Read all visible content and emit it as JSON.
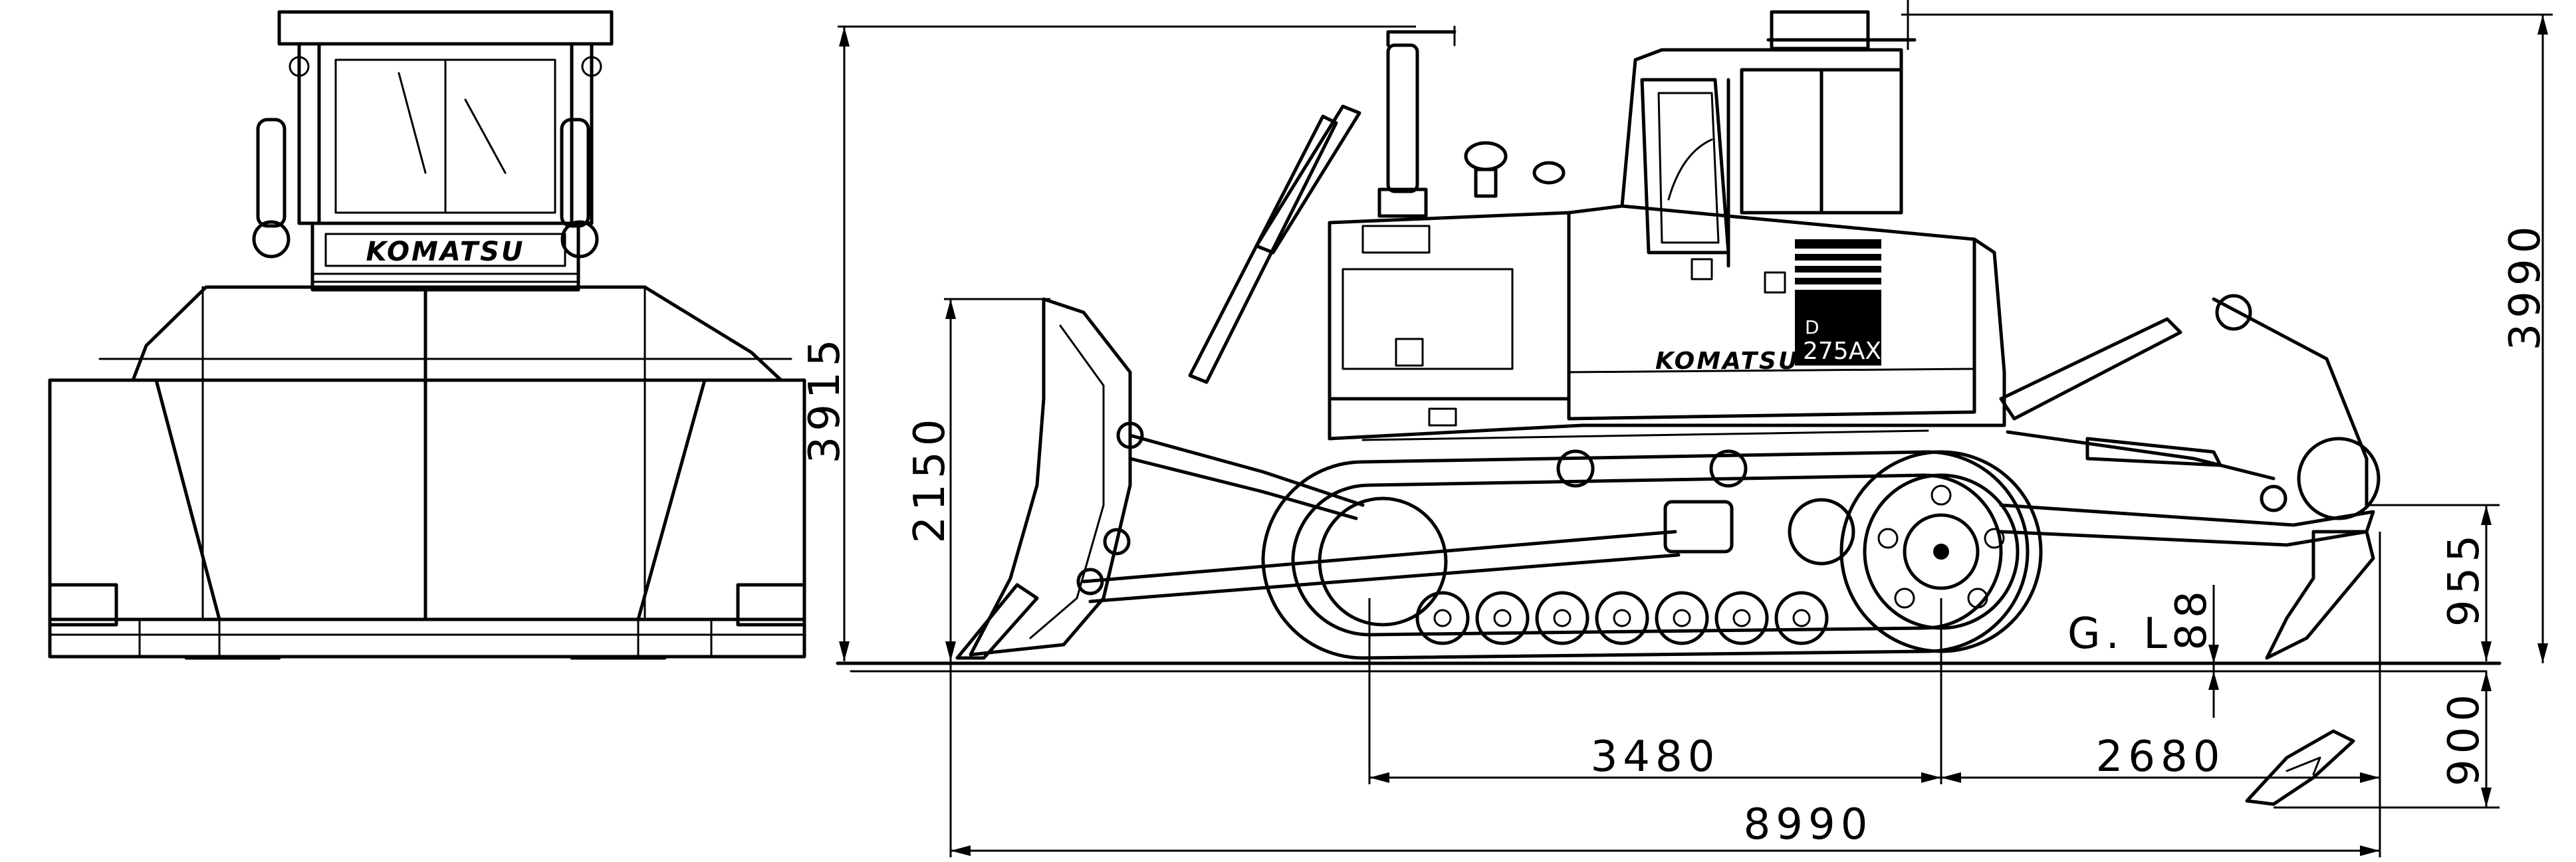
{
  "diagram": {
    "brand": "KOMATSU",
    "model_prefix": "D",
    "model_number": "275AX",
    "ground_line": "G. L"
  },
  "dimensions": {
    "overall_height_cab": "3990",
    "overall_height": "3915",
    "blade_height": "2150",
    "ripper_lift": "955",
    "ground_clearance": "88",
    "ripper_depth": "900",
    "track_length": "3480",
    "rear_length": "2680",
    "overall_length": "8990"
  },
  "colors": {
    "line": "#000000",
    "background": "#ffffff"
  }
}
